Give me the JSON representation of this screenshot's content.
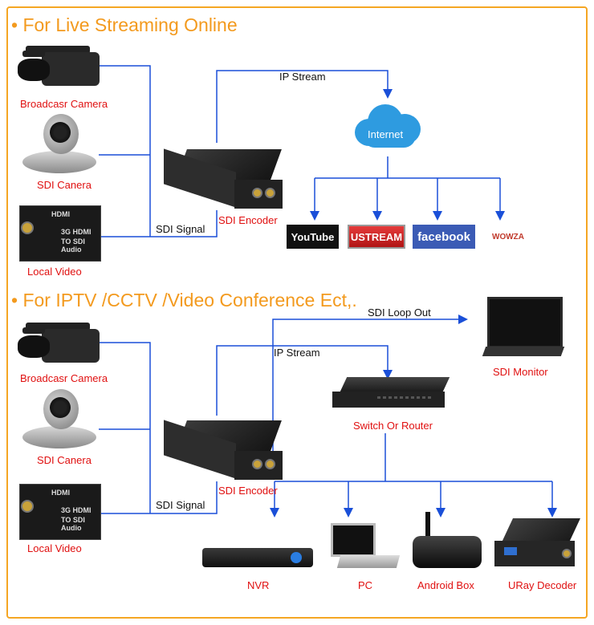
{
  "sections": [
    {
      "heading": "• For Live Streaming Online"
    },
    {
      "heading": "• For IPTV /CCTV /Video Conference Ect,."
    }
  ],
  "top": {
    "sources": [
      "Broadcasr Camera",
      "SDI  Canera",
      "Local Video"
    ],
    "signal_label": "SDI Signal",
    "encoder_label": "SDI Encoder",
    "stream_label": "IP Stream",
    "cloud_label": "Internet",
    "platforms": [
      "YouTube",
      "USTREAM",
      "facebook",
      "WOWZA"
    ],
    "converter_text": [
      "HDMI",
      "3G HDMI",
      "TO SDI Audio"
    ]
  },
  "bottom": {
    "sources": [
      "Broadcasr Camera",
      "SDI  Canera",
      "Local Video"
    ],
    "signal_label": "SDI Signal",
    "encoder_label": "SDI Encoder",
    "loop_label": "SDI Loop Out",
    "stream_label": "IP Stream",
    "monitor_label": "SDI Monitor",
    "switch_label": "Switch Or Router",
    "endpoints": [
      "NVR",
      "PC",
      "Android Box",
      "URay Decoder"
    ]
  },
  "colors": {
    "heading": "#f39a1e",
    "device_label": "#e01010",
    "wire": "#1a4fd8",
    "border": "#f5a623"
  }
}
